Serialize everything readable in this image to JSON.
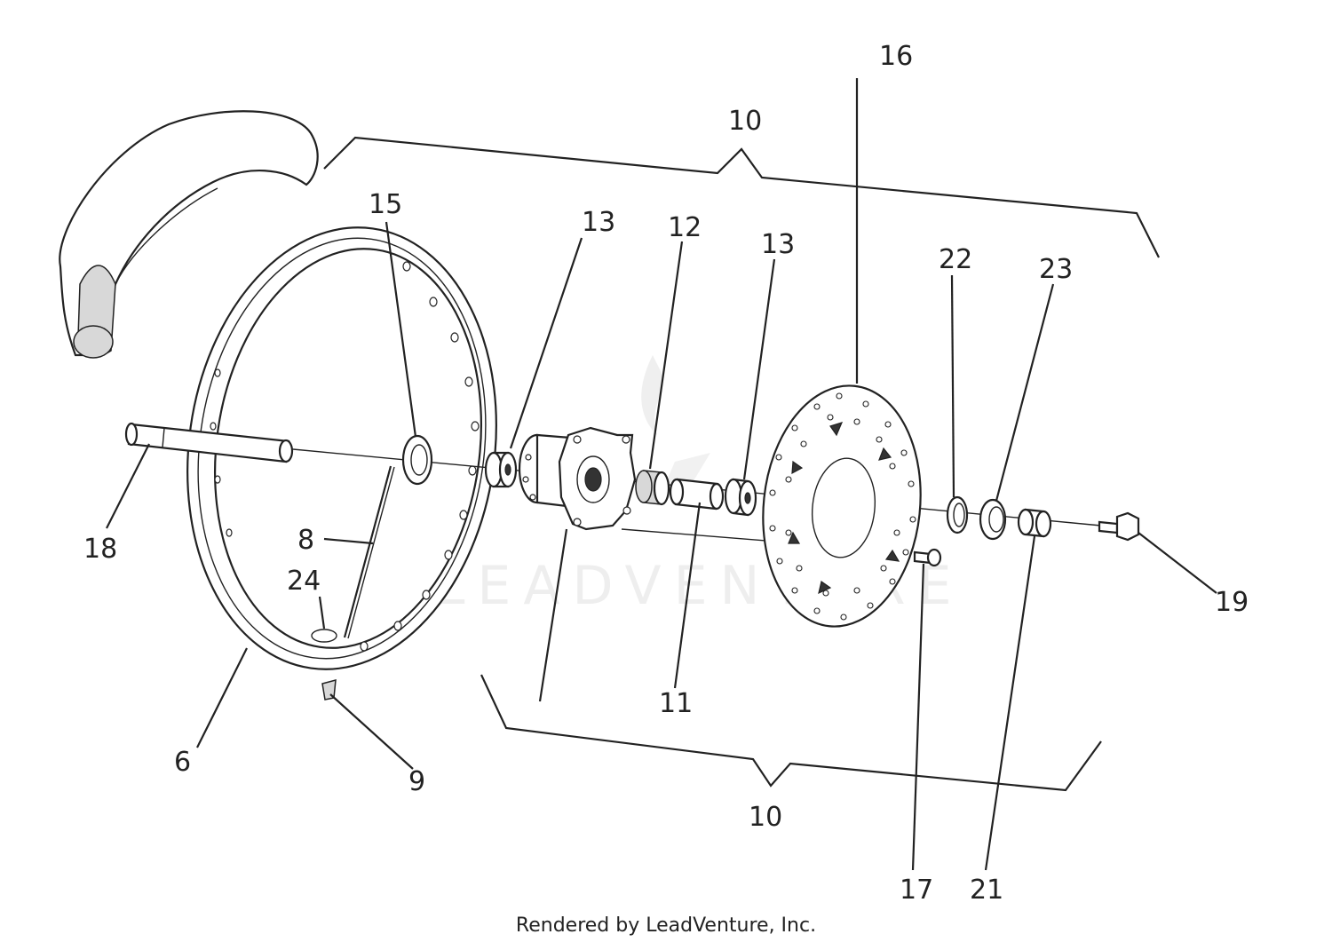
{
  "diagram": {
    "callouts": {
      "c10_top": "10",
      "c10_bottom": "10",
      "c16": "16",
      "c15": "15",
      "c13a": "13",
      "c12": "12",
      "c13b": "13",
      "c22": "22",
      "c23": "23",
      "c18": "18",
      "c8": "8",
      "c24": "24",
      "c19": "19",
      "c11": "11",
      "c6": "6",
      "c9": "9",
      "c17": "17",
      "c21": "21"
    },
    "watermark": "LEADVENTURE"
  },
  "footer": {
    "text": "Rendered by LeadVenture, Inc."
  }
}
